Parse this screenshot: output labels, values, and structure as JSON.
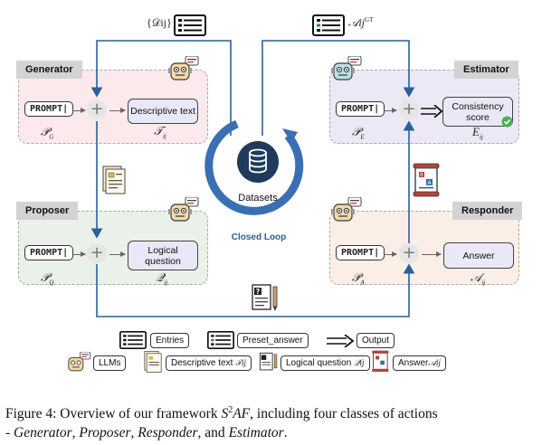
{
  "top": {
    "dataset_label": "{𝒟ij}",
    "gt_label": "𝒜ij",
    "gt_sup": "GT"
  },
  "generator": {
    "tag": "Generator",
    "prompt": "PROMPT|",
    "prompt_sym": "𝒫",
    "prompt_sub": "G",
    "output_box": "Descriptive text",
    "output_sym": "𝒯",
    "output_sub": "ij"
  },
  "proposer": {
    "tag": "Proposer",
    "prompt": "PROMPT|",
    "prompt_sym": "𝒫",
    "prompt_sub": "Q",
    "output_box_line1": "Logical",
    "output_box_line2": "question",
    "output_sym": "𝒬",
    "output_sub": "ij"
  },
  "estimator": {
    "tag": "Estimator",
    "prompt": "PROMPT|",
    "prompt_sym": "𝒫",
    "prompt_sub": "E",
    "output_box_line1": "Consistency",
    "output_box_line2": "score",
    "output_sym": "E",
    "output_sub": "ij"
  },
  "responder": {
    "tag": "Responder",
    "prompt": "PROMPT|",
    "prompt_sym": "𝒫",
    "prompt_sub": "A",
    "output_box": "Answer",
    "output_sym": "𝒜",
    "output_sub": "ij"
  },
  "center": {
    "datasets": "Datasets",
    "loop": "Closed Loop"
  },
  "legend": {
    "entries": "Entries",
    "preset_answer": "Preset_answer",
    "output": "Output",
    "llms": "LLMs",
    "descriptive_text": "Descriptive text",
    "descriptive_sym": "𝒯ij",
    "logical_question": "Logical question",
    "logical_sym": "𝒬ij",
    "answer": "Answer",
    "answer_sym": "𝒜ij"
  },
  "caption": {
    "prefix": "Figure 4: Overview of our framework ",
    "s2af_s": "S",
    "s2af_sup": "2",
    "s2af_rest": "AF",
    "mid": ", including four classes of actions",
    "line2_prefix": "- ",
    "a1": "Generator",
    "sep1": ", ",
    "a2": "Proposer",
    "sep2": ", ",
    "a3": "Responder",
    "sep3": ", and ",
    "a4": "Estimator",
    "end": "."
  },
  "colors": {
    "generator_bg": "#fbe9ec",
    "proposer_bg": "#e9f1e9",
    "estimator_bg": "#ece8f6",
    "responder_bg": "#faeee6",
    "flow_line": "#2b5f99",
    "loop_arc": "#3b6fb4"
  }
}
